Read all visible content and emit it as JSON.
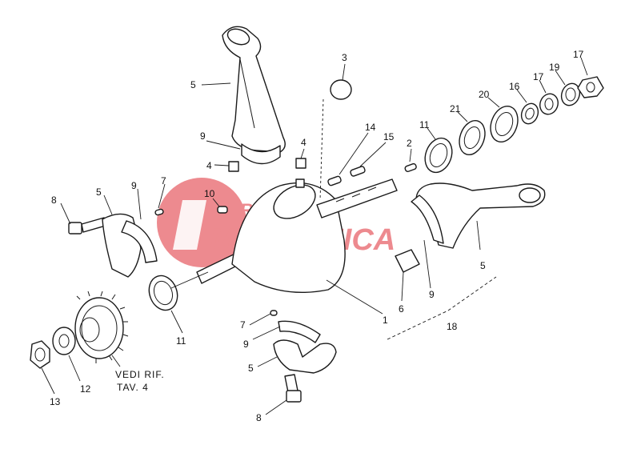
{
  "callouts": {
    "c1": "1",
    "c2": "2",
    "c3": "3",
    "c4a": "4",
    "c4b": "4",
    "c5a": "5",
    "c5b": "5",
    "c5c": "5",
    "c5d": "5",
    "c6": "6",
    "c7a": "7",
    "c7b": "7",
    "c8a": "8",
    "c8b": "8",
    "c9a": "9",
    "c9b": "9",
    "c9c": "9",
    "c9d": "9",
    "c10": "10",
    "c11a": "11",
    "c11b": "11",
    "c12": "12",
    "c13": "13",
    "c14": "14",
    "c15": "15",
    "c16": "16",
    "c17a": "17",
    "c17b": "17",
    "c18": "18",
    "c19": "19",
    "c20": "20",
    "c21": "21"
  },
  "note": {
    "line1": "VEDI RIF.",
    "line2": "TAV. 4"
  },
  "watermark": {
    "line1": "RICAMBI",
    "line2": "MECCANICA",
    "color": "#e8646a"
  }
}
